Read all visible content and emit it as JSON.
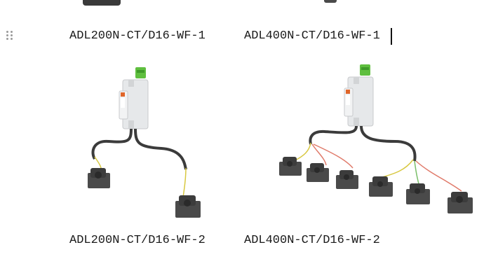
{
  "editor": {
    "drag_handle_icon": "drag-handle-icon",
    "rows": [
      {
        "captions": [
          "ADL200N-CT/D16-WF-1",
          "ADL400N-CT/D16-WF-1"
        ]
      },
      {
        "captions": [
          "ADL200N-CT/D16-WF-2",
          "ADL400N-CT/D16-WF-2"
        ]
      }
    ],
    "images": [
      {
        "name": "adl200n-product-image",
        "ct_count": 2
      },
      {
        "name": "adl400n-product-image",
        "ct_count": 6
      }
    ]
  },
  "colors": {
    "module_body": "#e6e8ea",
    "terminal_green": "#5fbf3f",
    "label_orange": "#e0662a",
    "cable_dark": "#3b3b3b",
    "wire_yellow": "#d8c840",
    "wire_red": "#e07a6a",
    "wire_green": "#7bbf6a",
    "ct_dark": "#4a4a4a"
  }
}
